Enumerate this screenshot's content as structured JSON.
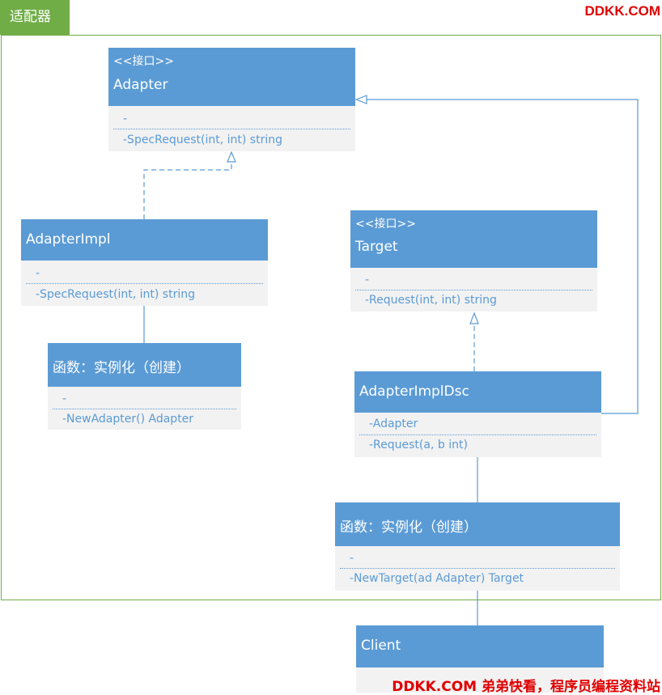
{
  "title_tag": "适配器",
  "watermark_top": "DDKK.COM",
  "watermark_bottom": "DDKK.COM 弟弟快看，程序员编程资料站",
  "colors": {
    "header": "#5b9bd5",
    "body": "#f2f2f2",
    "frame": "#70ad47",
    "watermark": "#e00000"
  },
  "adapter": {
    "stereotype": "<<接口>>",
    "name": "Adapter",
    "field": "-",
    "method": "-SpecRequest(int, int) string"
  },
  "adapter_impl": {
    "name": "AdapterImpl",
    "field": "-",
    "method": "-SpecRequest(int, int) string"
  },
  "func_left": {
    "name": "函数：实例化（创建）",
    "field": "-",
    "method": "-NewAdapter() Adapter"
  },
  "target": {
    "stereotype": "<<接口>>",
    "name": "Target",
    "field": "-",
    "method": "-Request(int, int) string"
  },
  "adapter_impl_dsc": {
    "name": "AdapterImplDsc",
    "field": "-Adapter",
    "method": "-Request(a, b int)"
  },
  "func_right": {
    "name": "函数：实例化（创建）",
    "field": "-",
    "method": "-NewTarget(ad Adapter) Target"
  },
  "client": {
    "name": "Client"
  }
}
